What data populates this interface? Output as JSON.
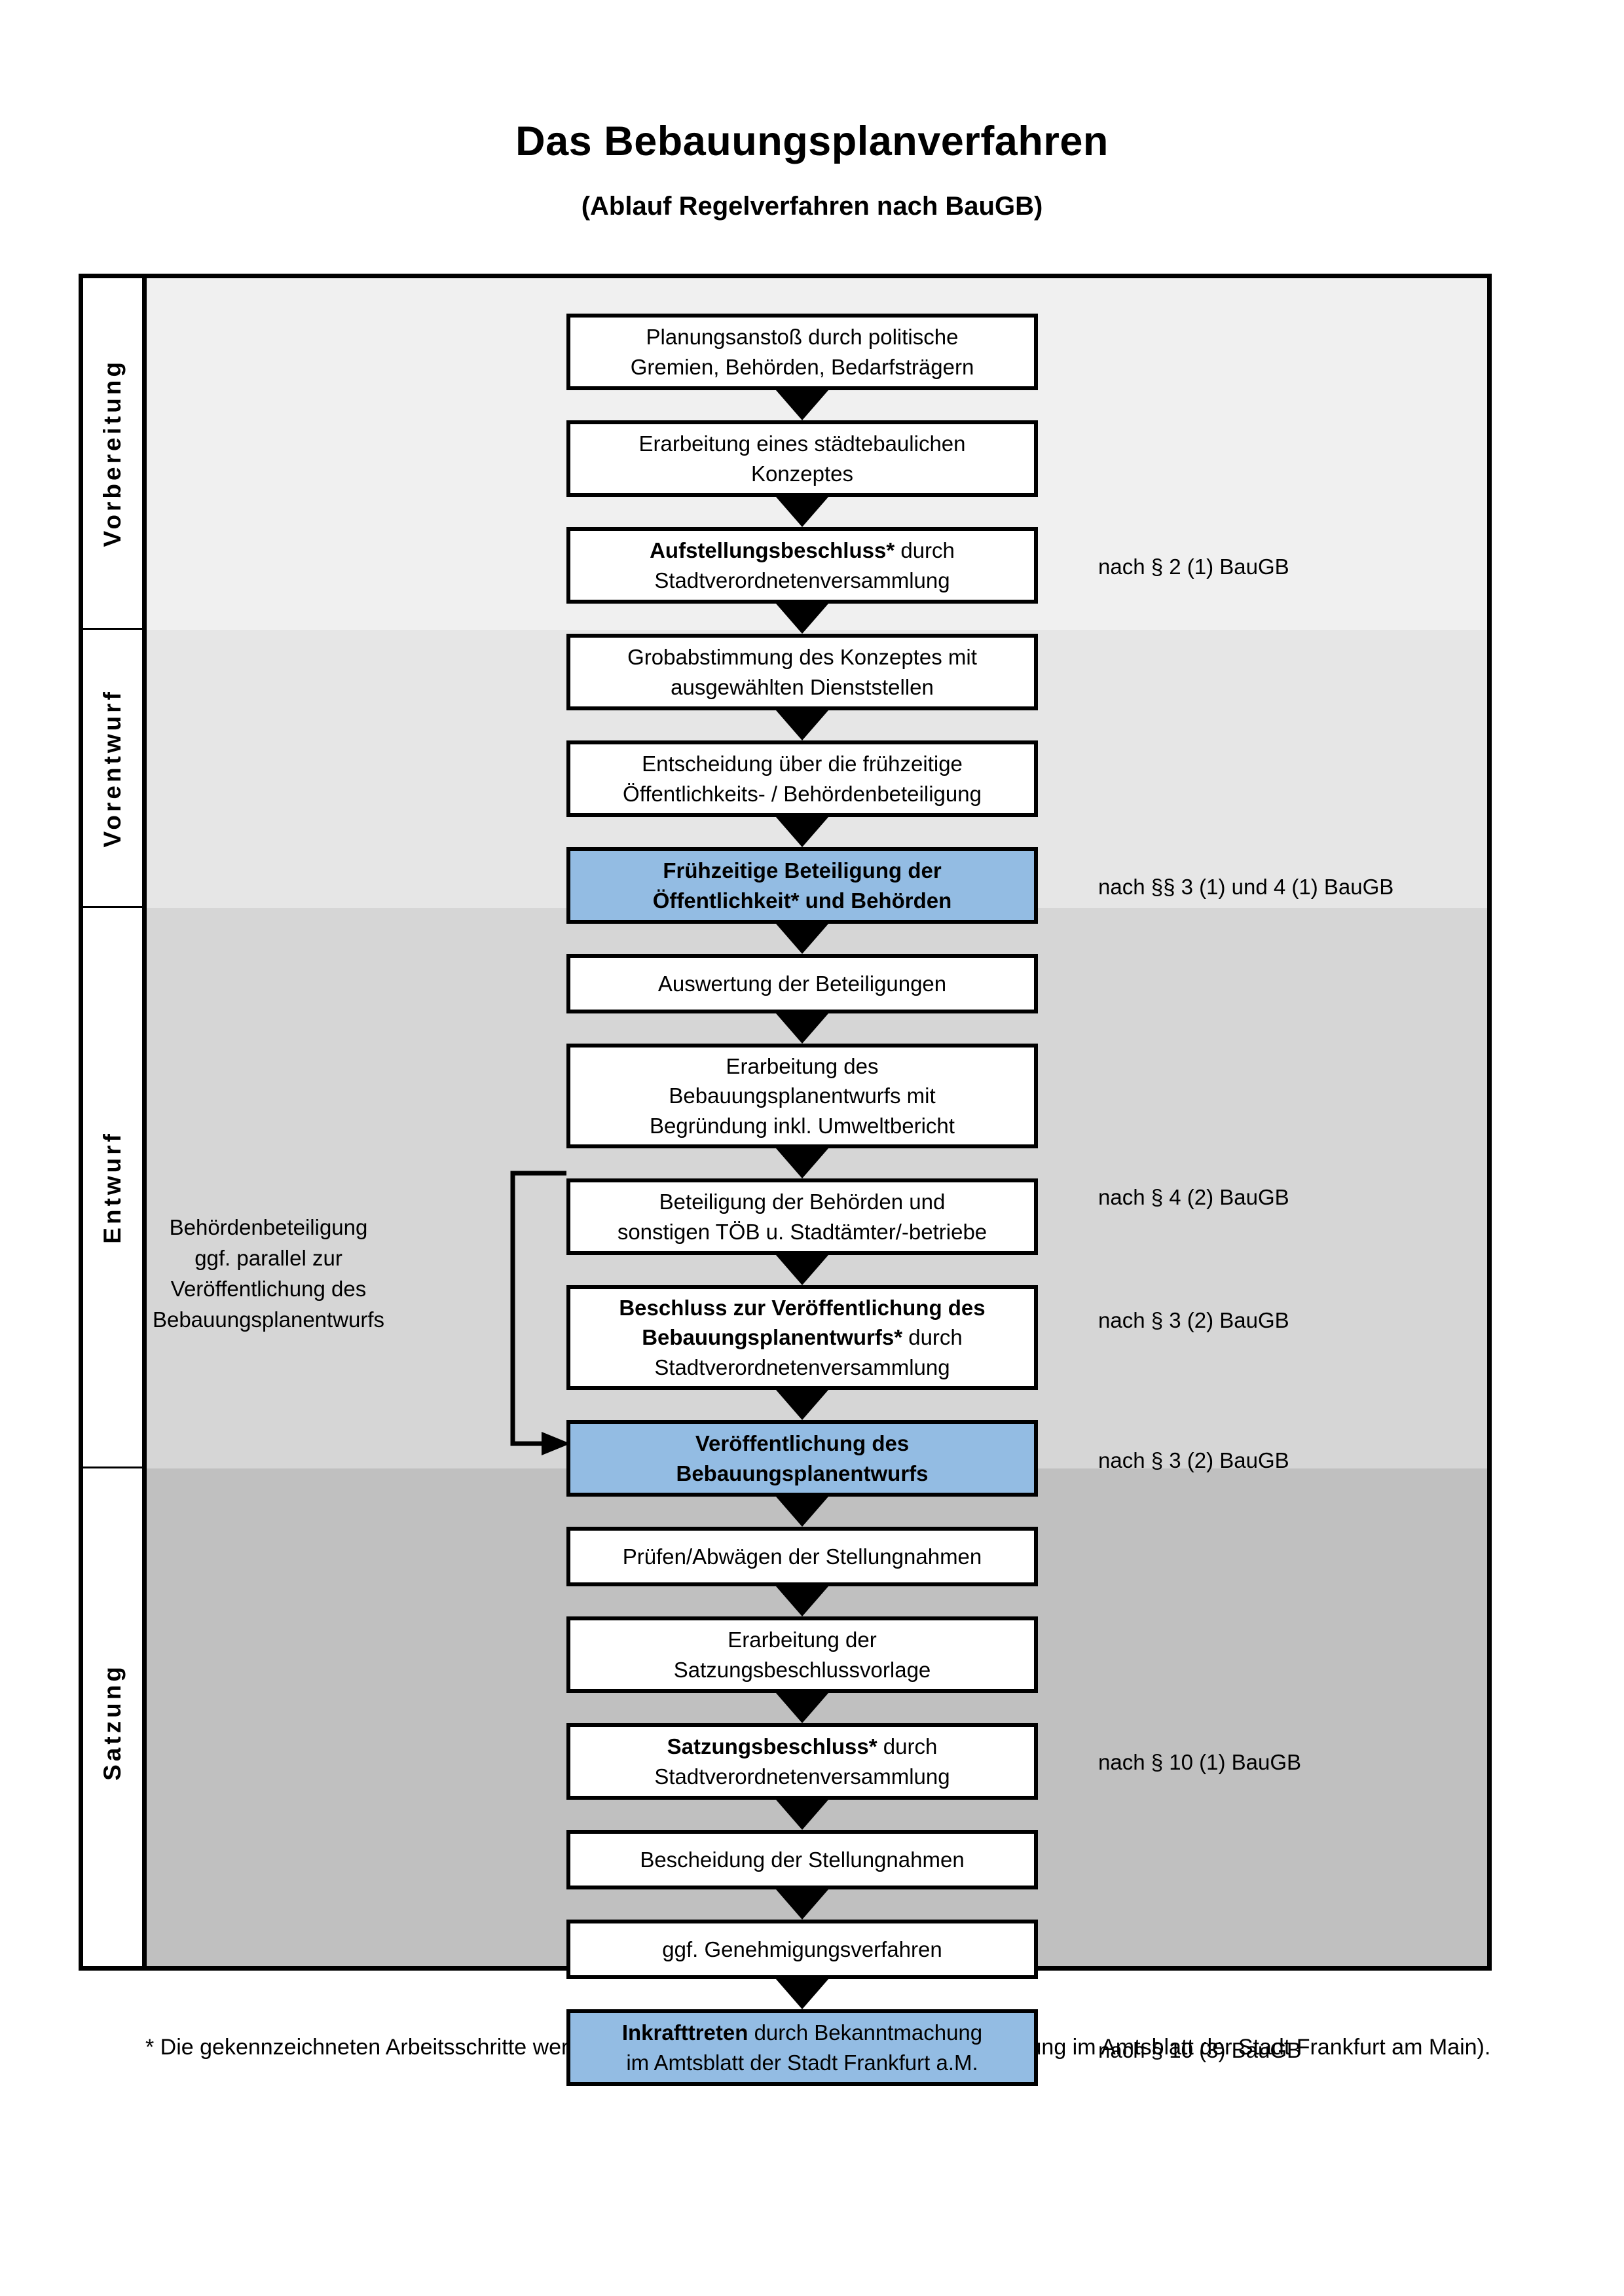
{
  "title": {
    "main": "Das Bebauungsplanverfahren",
    "subtitle": "(Ablauf Regelverfahren nach BauGB)"
  },
  "phases": [
    {
      "label": "Vorbereitung",
      "band_color": "#f0f0f0"
    },
    {
      "label": "Vorentwurf",
      "band_color": "#e6e6e6"
    },
    {
      "label": "Entwurf",
      "band_color": "#d6d6d6"
    },
    {
      "label": "Satzung",
      "band_color": "#c0c0c0"
    }
  ],
  "colors": {
    "highlight_blue": "#93bce3",
    "border_black": "#000000",
    "box_white": "#ffffff"
  },
  "nodes": [
    {
      "id": "planungsanstoss",
      "phase": "Vorbereitung",
      "style": "white",
      "line1": "Planungsanstoß durch politische",
      "line2": "Gremien, Behörden, Bedarfsträgern"
    },
    {
      "id": "konzept",
      "phase": "Vorbereitung",
      "style": "white",
      "line1": "Erarbeitung eines städtebaulichen",
      "line2": "Konzeptes"
    },
    {
      "id": "aufstellungsbeschluss",
      "phase": "Vorbereitung",
      "style": "white",
      "bold_part": "Aufstellungsbeschluss*",
      "rest_line1": " durch",
      "line2": "Stadtverordnetenversammlung"
    },
    {
      "id": "grobabstimmung",
      "phase": "Vorentwurf",
      "style": "white",
      "line1": "Grobabstimmung des Konzeptes mit",
      "line2": "ausgewählten Dienststellen"
    },
    {
      "id": "entscheidung",
      "phase": "Vorentwurf",
      "style": "white",
      "line1": "Entscheidung über die frühzeitige",
      "line2": "Öffentlichkeits- / Behördenbeteiligung"
    },
    {
      "id": "fruehzeitige-beteiligung",
      "phase": "Vorentwurf",
      "style": "blue",
      "bold": true,
      "line1": "Frühzeitige Beteiligung der",
      "line2": "Öffentlichkeit* und Behörden"
    },
    {
      "id": "auswertung",
      "phase": "Entwurf",
      "style": "white",
      "line1": "Auswertung der Beteiligungen"
    },
    {
      "id": "erarbeitung-entwurf",
      "phase": "Entwurf",
      "style": "white",
      "line1": "Erarbeitung des",
      "line2": "Bebauungsplanentwurfs mit",
      "line3": "Begründung inkl. Umweltbericht"
    },
    {
      "id": "beteiligung-behoerden",
      "phase": "Entwurf",
      "style": "white",
      "line1": "Beteiligung der Behörden und",
      "line2": "sonstigen TÖB u. Stadtämter/-betriebe"
    },
    {
      "id": "beschluss-veroeff",
      "phase": "Entwurf",
      "style": "white",
      "bold_line1": "Beschluss zur Veröffentlichung des",
      "bold_part2": "Bebauungsplanentwurfs*",
      "rest_line2": " durch",
      "line3": "Stadtverordnetenversammlung"
    },
    {
      "id": "veroeffentlichung",
      "phase": "Entwurf",
      "style": "blue",
      "bold": true,
      "line1": "Veröffentlichung des",
      "line2": "Bebauungsplanentwurfs"
    },
    {
      "id": "pruefen-abwaegen",
      "phase": "Satzung",
      "style": "white",
      "line1": "Prüfen/Abwägen der Stellungnahmen"
    },
    {
      "id": "satzungsvorlage",
      "phase": "Satzung",
      "style": "white",
      "line1": "Erarbeitung der",
      "line2": "Satzungsbeschlussvorlage"
    },
    {
      "id": "satzungsbeschluss",
      "phase": "Satzung",
      "style": "white",
      "bold_part": "Satzungsbeschluss*",
      "rest_line1": " durch",
      "line2": "Stadtverordnetenversammlung"
    },
    {
      "id": "bescheidung",
      "phase": "Satzung",
      "style": "white",
      "line1": "Bescheidung der Stellungnahmen"
    },
    {
      "id": "genehmigungsverfahren",
      "phase": "Satzung",
      "style": "white",
      "line1": "ggf. Genehmigungsverfahren"
    },
    {
      "id": "inkrafttreten",
      "phase": "Satzung",
      "style": "blue",
      "bold_part": "Inkrafttreten",
      "rest_line1": " durch Bekanntmachung",
      "line2": "im Amtsblatt der Stadt Frankfurt a.M."
    }
  ],
  "legal_refs": [
    {
      "id": "ref-par2-1",
      "text": "nach § 2 (1) BauGB"
    },
    {
      "id": "ref-par3-1-4-1",
      "text": "nach §§ 3 (1) und 4 (1) BauGB"
    },
    {
      "id": "ref-par4-2",
      "text": "nach § 4 (2) BauGB"
    },
    {
      "id": "ref-par3-2-a",
      "text": "nach § 3 (2) BauGB"
    },
    {
      "id": "ref-par3-2-b",
      "text": "nach § 3 (2) BauGB"
    },
    {
      "id": "ref-par10-1",
      "text": "nach § 10 (1) BauGB"
    },
    {
      "id": "ref-par10-3",
      "text": "nach § 10 (3) BauGB"
    }
  ],
  "side_note": {
    "line1": "Behördenbeteiligung",
    "line2": "ggf. parallel zur",
    "line3": "Veröffentlichung des",
    "line4": "Bebauungsplanentwurfs"
  },
  "footnote": {
    "text": "* Die gekennzeichneten Arbeitsschritte werden ortsüblich bekanntgegeben (Bekanntmachung im Amtsblatt  der Stadt Frankfurt am Main)."
  }
}
